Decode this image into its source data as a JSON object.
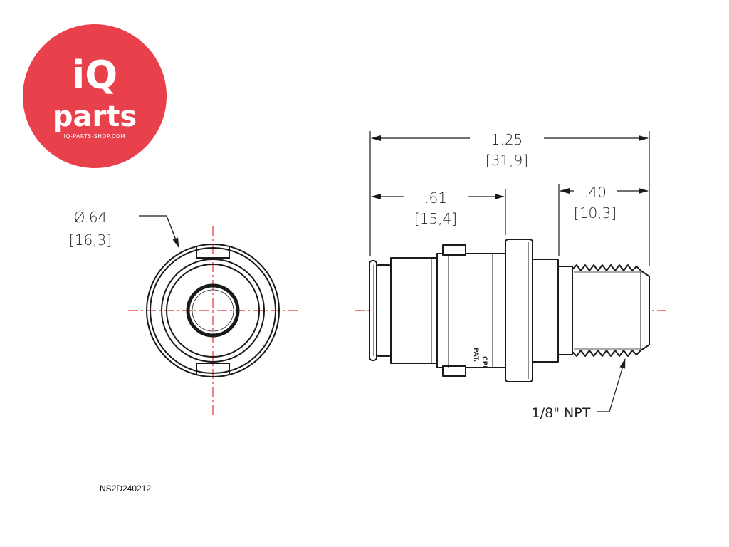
{
  "colors": {
    "brand_red": "#e8414c",
    "centerline": "#e03030",
    "outline": "#1a1a1a",
    "body_fill": "#ffffff"
  },
  "logo": {
    "line1": "iQ",
    "line2": "parts",
    "url": "IQ-PARTS-SHOP.COM"
  },
  "dimensions": {
    "diameter": {
      "inch": "Ø.64",
      "mm": "[16,3]"
    },
    "overall_length": {
      "inch": "1.25",
      "mm": "[31,9]"
    },
    "body_length": {
      "inch": ".61",
      "mm": "[15,4]"
    },
    "thread_length": {
      "inch": ".40",
      "mm": "[10,3]"
    }
  },
  "callouts": {
    "thread": "1/8\" NPT"
  },
  "body_stamp": {
    "line1": "CPI",
    "line2": "PAT."
  },
  "part_number": "NS2D240212"
}
